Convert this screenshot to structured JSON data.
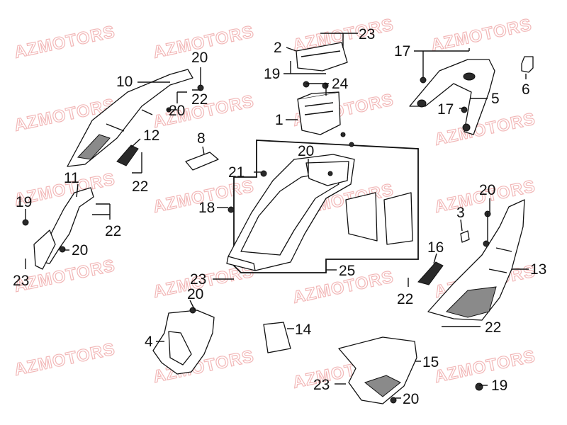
{
  "watermark": {
    "text": "AZMOTORS",
    "color": "#f2b8b8"
  },
  "diagram": {
    "callouts": [
      {
        "id": "c23a",
        "text": "23"
      },
      {
        "id": "c2",
        "text": "2"
      },
      {
        "id": "c19a",
        "text": "19"
      },
      {
        "id": "c24",
        "text": "24"
      },
      {
        "id": "c1",
        "text": "1"
      },
      {
        "id": "c17a",
        "text": "17"
      },
      {
        "id": "c6",
        "text": "6"
      },
      {
        "id": "c5",
        "text": "5"
      },
      {
        "id": "c17b",
        "text": "17"
      },
      {
        "id": "c20a",
        "text": "20"
      },
      {
        "id": "c10",
        "text": "10"
      },
      {
        "id": "c22a",
        "text": "22"
      },
      {
        "id": "c20b",
        "text": "20"
      },
      {
        "id": "c12",
        "text": "12"
      },
      {
        "id": "c22b",
        "text": "22"
      },
      {
        "id": "c8",
        "text": "8"
      },
      {
        "id": "c20c",
        "text": "20"
      },
      {
        "id": "c21",
        "text": "21"
      },
      {
        "id": "c11",
        "text": "11"
      },
      {
        "id": "c19b",
        "text": "19"
      },
      {
        "id": "c22c",
        "text": "22"
      },
      {
        "id": "c20d",
        "text": "20"
      },
      {
        "id": "c23b",
        "text": "23"
      },
      {
        "id": "c18",
        "text": "18"
      },
      {
        "id": "c20e",
        "text": "20"
      },
      {
        "id": "c3",
        "text": "3"
      },
      {
        "id": "c16",
        "text": "16"
      },
      {
        "id": "c13",
        "text": "13"
      },
      {
        "id": "c22d",
        "text": "22"
      },
      {
        "id": "c23c",
        "text": "23"
      },
      {
        "id": "c25",
        "text": "25"
      },
      {
        "id": "c20f",
        "text": "20"
      },
      {
        "id": "c4",
        "text": "4"
      },
      {
        "id": "c14",
        "text": "14"
      },
      {
        "id": "c22e",
        "text": "22"
      },
      {
        "id": "c15",
        "text": "15"
      },
      {
        "id": "c23d",
        "text": "23"
      },
      {
        "id": "c20g",
        "text": "20"
      },
      {
        "id": "c19c",
        "text": "19"
      }
    ]
  }
}
